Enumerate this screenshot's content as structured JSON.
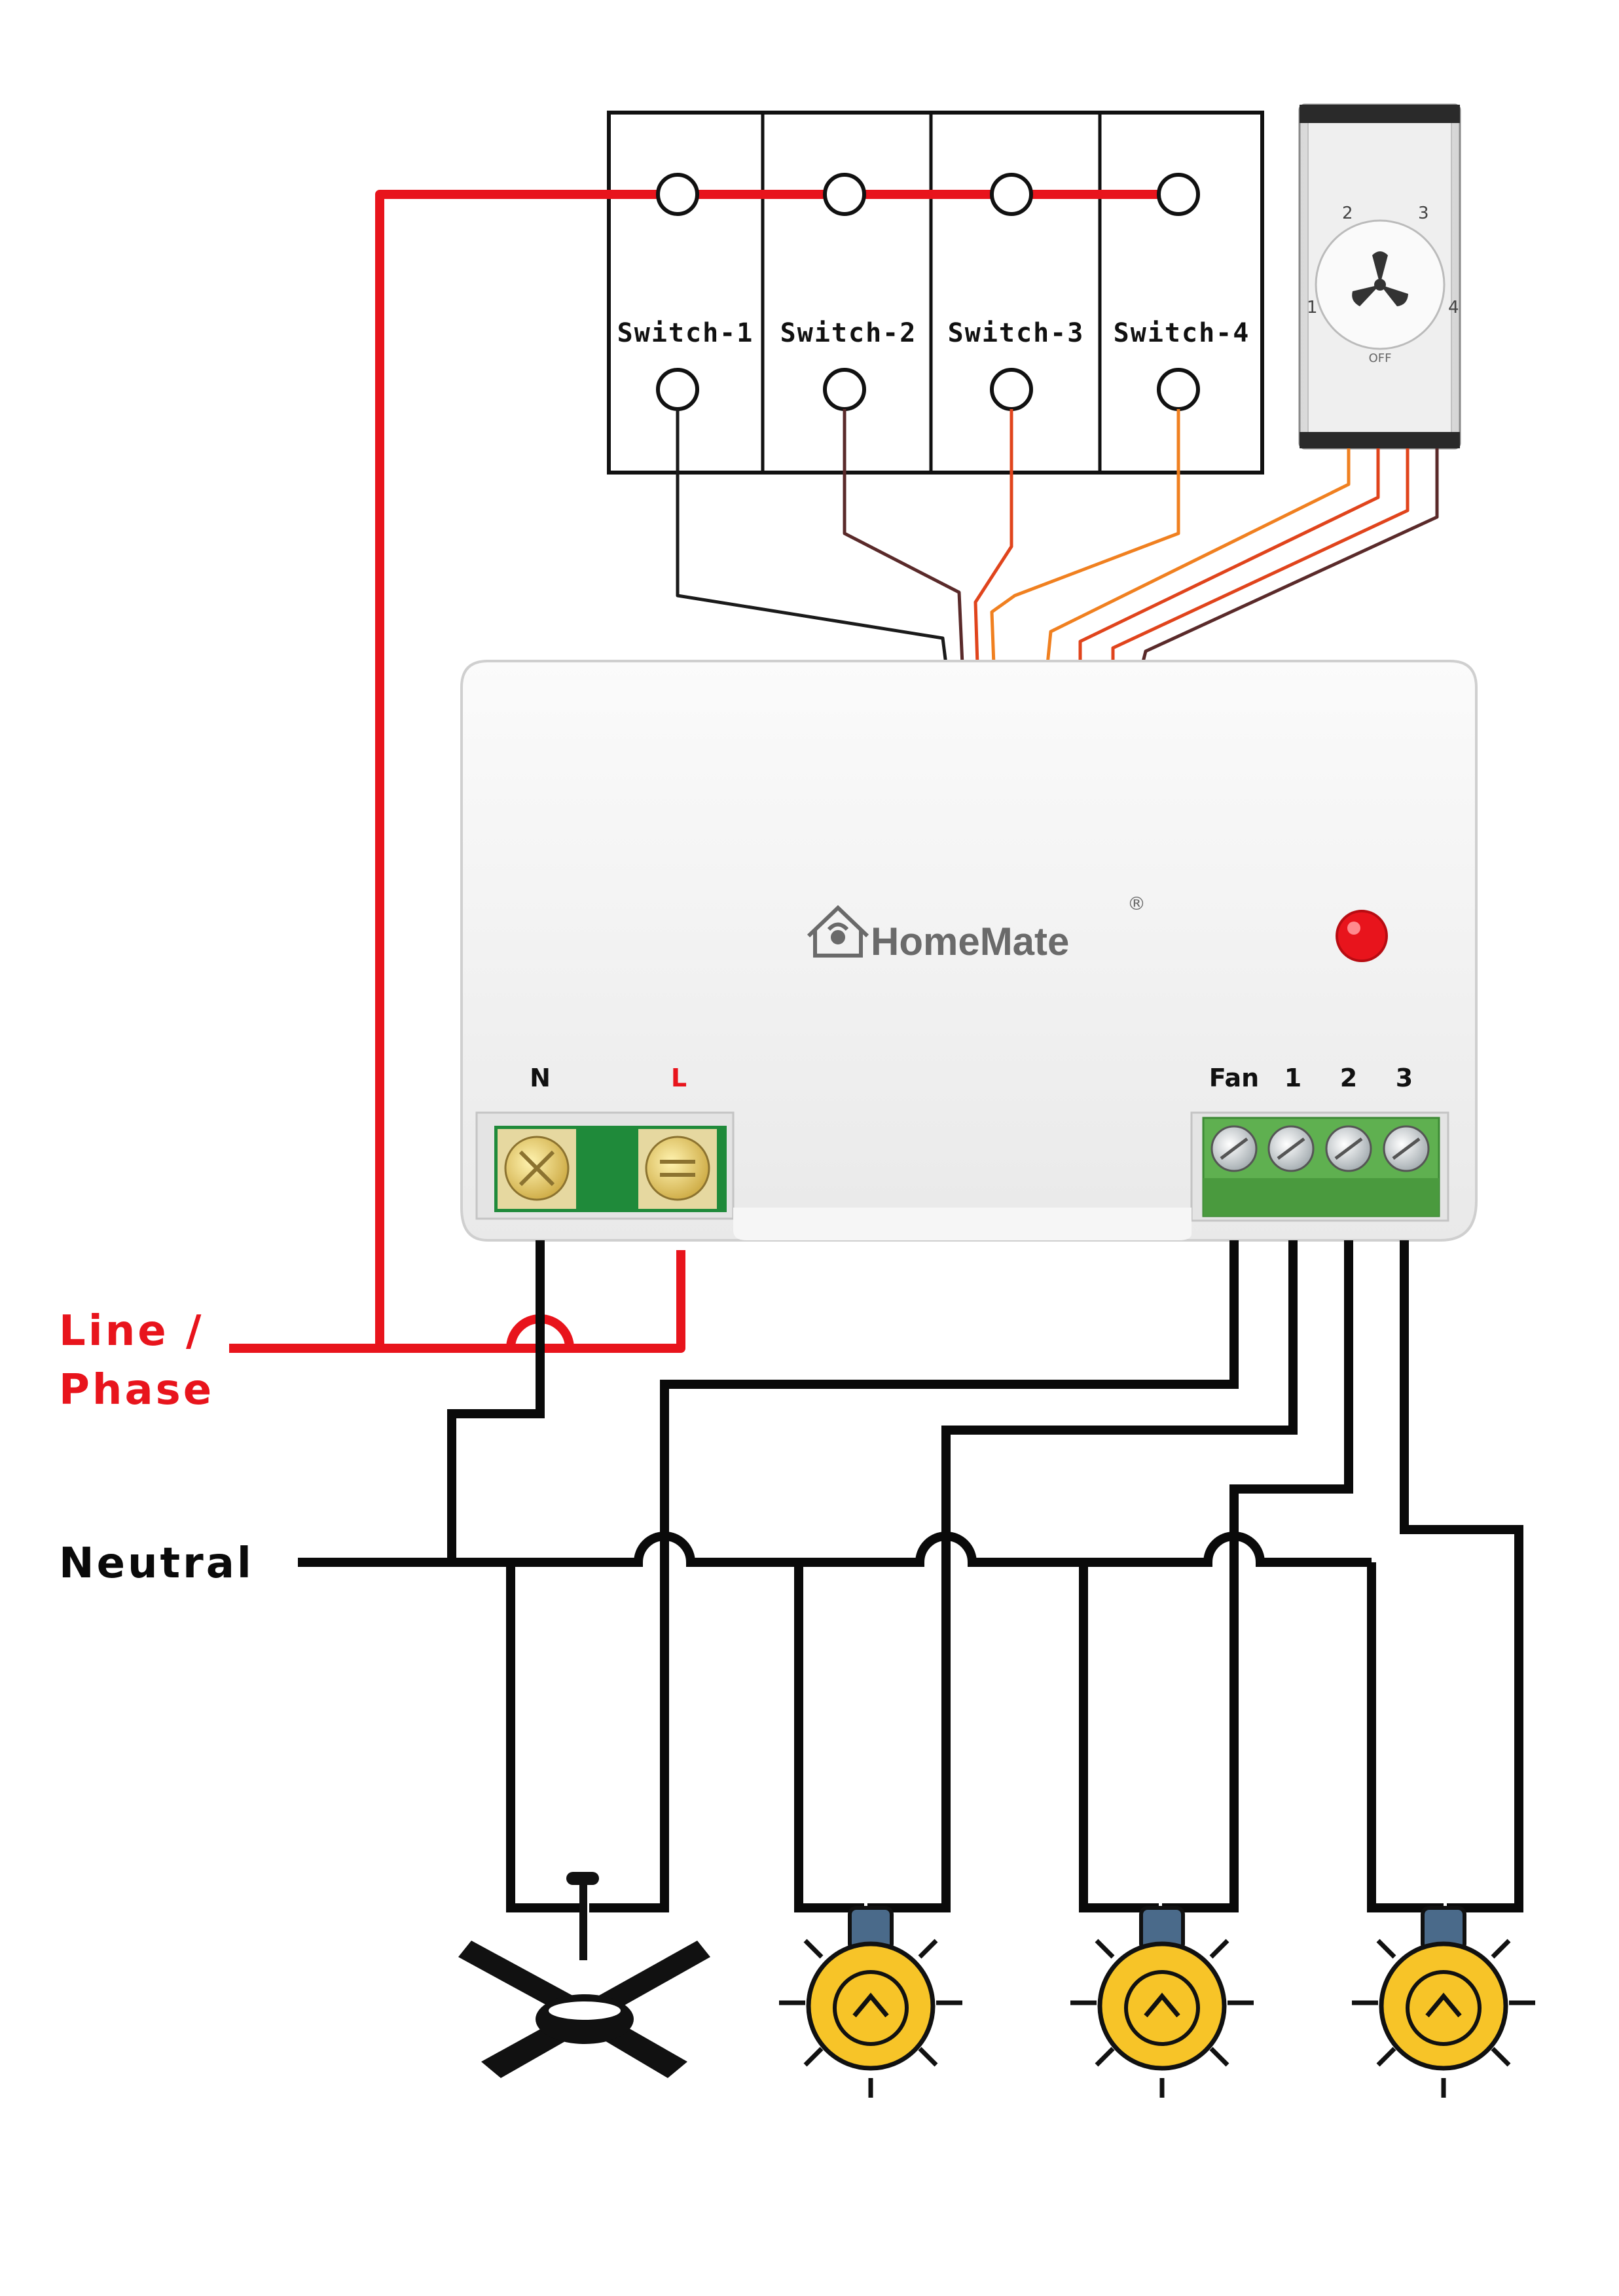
{
  "switches": [
    {
      "label": "Switch-1"
    },
    {
      "label": "Switch-2"
    },
    {
      "label": "Switch-3"
    },
    {
      "label": "Switch-4"
    }
  ],
  "regulator": {
    "positions": [
      "1",
      "2",
      "3",
      "4"
    ],
    "off_label": "OFF",
    "icon": "fan-icon"
  },
  "module": {
    "brand": "HomeMate",
    "registered_mark": "®",
    "terminals_left": {
      "neutral": "N",
      "line": "L"
    },
    "terminals_right": {
      "fan": "Fan",
      "out1": "1",
      "out2": "2",
      "out3": "3"
    }
  },
  "supply": {
    "line_label_1": "Line /",
    "line_label_2": "Phase",
    "neutral_label": "Neutral"
  },
  "loads": [
    {
      "icon": "ceiling-fan-icon"
    },
    {
      "icon": "bulb-icon"
    },
    {
      "icon": "bulb-icon"
    },
    {
      "icon": "bulb-icon"
    }
  ],
  "colors": {
    "line": "#e8141c",
    "neutral": "#0a0a0a",
    "wire_black": "#1a1a1a",
    "wire_brown": "#5a2a2a",
    "wire_orange_red": "#e0441c",
    "wire_orange": "#f08020",
    "led": "#e8141c",
    "bulb": "#f7c428",
    "bulb_cap": "#4a6a8a"
  }
}
